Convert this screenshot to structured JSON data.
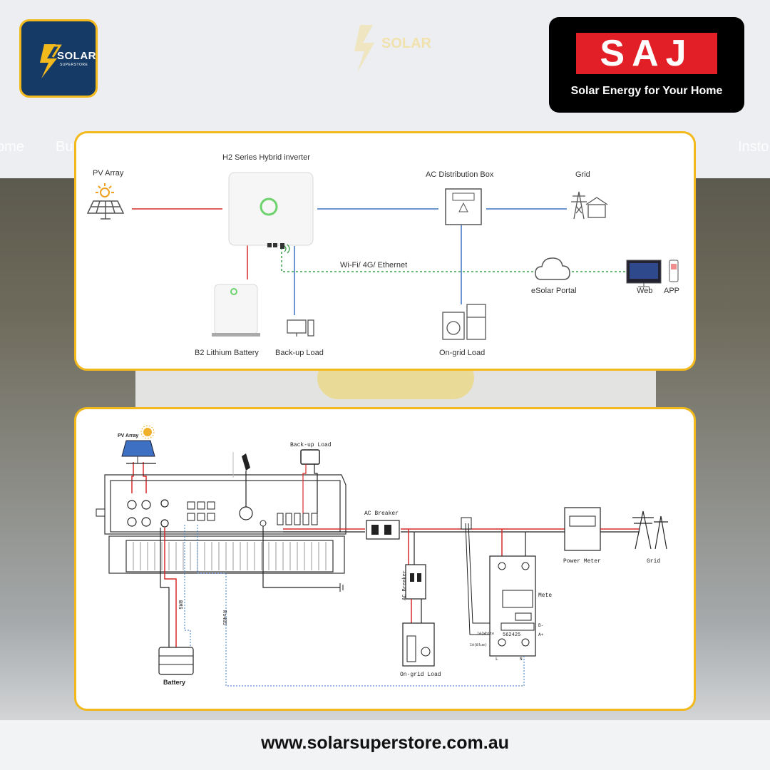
{
  "header": {
    "logo_text": "SOLAR",
    "logo_sub": "SUPERSTORE",
    "brand_logo_letters": "SAJ",
    "brand_tagline": "Solar Energy for Your Home",
    "nav_items": [
      "ome",
      "Bu",
      "Insto"
    ]
  },
  "diagram_top": {
    "pv_array": "PV Array",
    "inverter": "H2 Series Hybrid inverter",
    "ac_box": "AC Distribution Box",
    "grid": "Grid",
    "wifi": "Wi-Fi/ 4G/ Ethernet",
    "portal": "eSolar Portal",
    "web": "Web",
    "app": "APP",
    "battery": "B2 Lithium Battery",
    "backup": "Back-up Load",
    "ongrid": "On-grid Load"
  },
  "diagram_bottom": {
    "pv_array": "PV Array",
    "backup": "Back-up Load",
    "ac_breaker": "AC Breaker",
    "ac_breaker_vertical": "AC Breaker",
    "power_meter": "Power Meter",
    "grid": "Grid",
    "meter": "Mete",
    "meter_number": "562425",
    "ia_white": "IA(White",
    "ia_blue": "IA(Blue)",
    "terminal_b": "B-",
    "terminal_a": "A+",
    "terminal_l": "L",
    "terminal_n": "N",
    "bms": "BMS",
    "rs485": "Rs485",
    "battery": "Battery",
    "ongrid": "On-grid Load"
  },
  "footer": {
    "url": "www.solarsuperstore.com.au"
  },
  "colors": {
    "accent": "#f1b91c",
    "brand_red": "#e21f26",
    "logo_bg": "#163a66",
    "wire_red": "#d62b2b",
    "wire_blue": "#3a73c4",
    "wire_green": "#3aa04a"
  }
}
